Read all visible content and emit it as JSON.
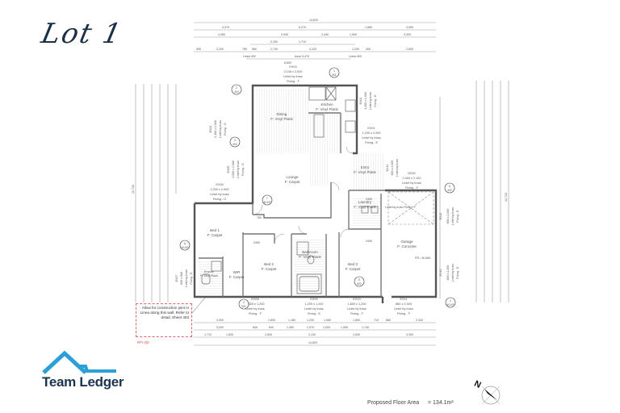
{
  "title": "Lot 1",
  "brand": {
    "name": "Team Ledger",
    "roof_color": "#2a9fd8",
    "text_color": "#1b3450"
  },
  "footer": {
    "area_label": "Proposed Floor Area",
    "area_value": "= 134.1m²",
    "north_label": "N"
  },
  "note": {
    "text": "Allow for construction joint in Linea along this wall. Refer to detail, Sheet 403",
    "ref": "RFI-Q8"
  },
  "rooms": [
    {
      "name": "Dining",
      "floor": "F: Vinyl Plank"
    },
    {
      "name": "Kitchen",
      "floor": "F: Vinyl Plank"
    },
    {
      "name": "Lounge",
      "floor": "F: Carpet"
    },
    {
      "name": "Entry",
      "floor": "F: Vinyl Plank"
    },
    {
      "name": "Laundry",
      "floor": "F: Vinyl Plank"
    },
    {
      "name": "Bed 1",
      "floor": "F: Carpet"
    },
    {
      "name": "Bed 2",
      "floor": "F: Carpet"
    },
    {
      "name": "Bed 3",
      "floor": "F: Carpet"
    },
    {
      "name": "Bathroom",
      "floor": "F: Vinyl Plank"
    },
    {
      "name": "Ensuite",
      "floor": "F: Vinyl Plank"
    },
    {
      "name": "WIR",
      "floor": "F: Carpet"
    },
    {
      "name": "Garage",
      "floor": "F: Concrete"
    }
  ],
  "openings": [
    {
      "id": "EX03",
      "size": "2,100 x 2,000",
      "lintel": "Lintel by truss",
      "fixing": "Fixing - F"
    },
    {
      "id": "EX04",
      "size": "2,100 x 2,000",
      "lintel": "Lintel by truss",
      "fixing": "Fixing - G"
    },
    {
      "id": "EX05",
      "size": "3,000 x 2,000",
      "lintel": "Lintel by truss",
      "fixing": "Fixing - G"
    },
    {
      "id": "EX06",
      "size": "2,200 x 2,000",
      "lintel": "Lintel by truss",
      "fixing": "Fixing - G"
    },
    {
      "id": "EX07",
      "size": "600 x 900",
      "lintel": "Lintel by truss",
      "fixing": "Fixing - E"
    },
    {
      "id": "EX01",
      "size": "1,200 x 2,000",
      "lintel": "Lintel by truss",
      "fixing": "Fixing - E"
    },
    {
      "id": "EX02",
      "size": "1,200 x 1,000",
      "lintel": "Lintel by truss",
      "fixing": "Fixing - E"
    },
    {
      "id": "EX14",
      "size": "800 x 2,000",
      "lintel": "Lintel by truss",
      "fixing": ""
    },
    {
      "id": "GD01",
      "size": "2,400 x 2,100",
      "lintel": "Lintel by truss",
      "fixing": "Fixing - F"
    },
    {
      "id": "EX08",
      "size": "1,800 x 1,200",
      "lintel": "Lintel by truss",
      "fixing": "Fixing - F"
    },
    {
      "id": "EX09",
      "size": "1,200 x 1,200",
      "lintel": "Lintel by truss",
      "fixing": "Fixing - E"
    },
    {
      "id": "EX10",
      "size": "1,800 x 1,200",
      "lintel": "Lintel by truss",
      "fixing": "Fixing - F"
    },
    {
      "id": "EX11",
      "size": "860 x 2,000",
      "lintel": "Lintel by truss",
      "fixing": "Fixing - F"
    },
    {
      "id": "EX12",
      "size": "800 x 2,000",
      "lintel": "Lintel by truss",
      "fixing": "Fixing - E"
    },
    {
      "id": "EX13",
      "size": "800 x 2,000",
      "lintel": "Lintel by truss",
      "fixing": "Fixing - E"
    }
  ],
  "labels": {
    "garage_overhead": "Lintel by truss Fixing - F",
    "ffl": "FFL: 50.850",
    "linea_top": "Linea 400",
    "axon": "Axon 5,470",
    "linea_top_r": "Linea 400",
    "linea_dim": "8,800",
    "d2490": "2490",
    "d760": "760"
  },
  "dimensions": {
    "top_overall": "14,820",
    "top_row1": [
      "3,370",
      "6,270",
      "1,580",
      "3,590"
    ],
    "top_row2": [
      "3,450",
      "2,940",
      "2,440",
      "1,500",
      "3,300"
    ],
    "top_row3": [
      "2,200",
      "1,710"
    ],
    "top_row4": [
      "590",
      "2,200",
      "780",
      "560",
      "2,700",
      "4,120",
      "1,200",
      "400",
      "2,830"
    ],
    "bottom_row1": [
      "3,300",
      "1,800",
      "1,180",
      "1,200",
      "1,060",
      "1,800",
      "710",
      "860",
      "2,430"
    ],
    "bottom_row2": [
      "3,200",
      "840",
      "840",
      "1,080",
      "1,070",
      "1,000",
      "1,050",
      "1,740"
    ],
    "bottom_row3": [
      "1,710",
      "1,820",
      "2,840",
      "2,130",
      "2,840",
      "3,300"
    ],
    "bottom_overall": "14,820",
    "left_overall": "12,710",
    "right_overall": "12,720"
  },
  "section_markers": [
    {
      "num": "1",
      "sheet": "401"
    },
    {
      "num": "2",
      "sheet": "404"
    },
    {
      "num": "3",
      "sheet": "402"
    },
    {
      "num": "A",
      "sheet": "401/R"
    },
    {
      "num": "7",
      "sheet": "401/R"
    },
    {
      "num": "6",
      "sheet": "402"
    },
    {
      "num": "8",
      "sheet": "402"
    },
    {
      "num": "1",
      "sheet": "401/R"
    },
    {
      "num": "2",
      "sheet": "301"
    }
  ]
}
